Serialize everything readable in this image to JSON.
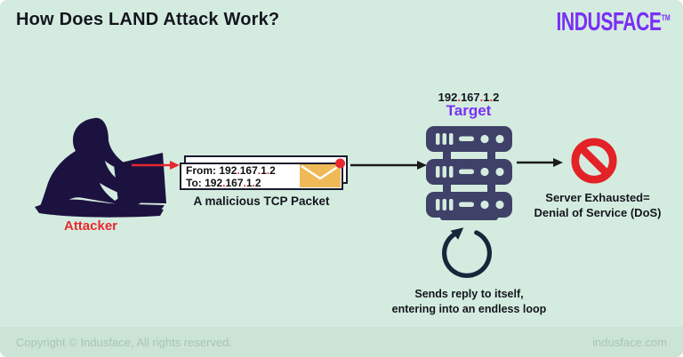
{
  "colors": {
    "bg": "#d4ecdf",
    "footer-band": "#cbe4d6",
    "ink": "#15151e",
    "red": "#e8272e",
    "purple": "#7a2ff5",
    "navy": "#3f4168",
    "silhouette": "#1c1240",
    "loop": "#15273b",
    "envelope": "#efb958",
    "muted": "#a9c4b6",
    "box-border": "#1a1a2e"
  },
  "header": {
    "title": "How Does LAND Attack Work?",
    "brand": "INDUSFACE",
    "brand_tm": "TM"
  },
  "attacker": {
    "label": "Attacker"
  },
  "packet": {
    "from_label": "From:",
    "from_ip": "192.167.1.2",
    "to_label": "To:",
    "to_ip": "192.167.1.2",
    "caption": "A malicious TCP Packet"
  },
  "target": {
    "ip": "192.167.1.2",
    "label": "Target"
  },
  "result": {
    "line1": "Server Exhausted=",
    "line2": "Denial of Service (DoS)"
  },
  "loop": {
    "line1": "Sends reply to itself,",
    "line2": "entering into an endless loop"
  },
  "footer": {
    "copyright": "Copyright © Indusface, All rights reserved.",
    "site": "indusface.com"
  }
}
